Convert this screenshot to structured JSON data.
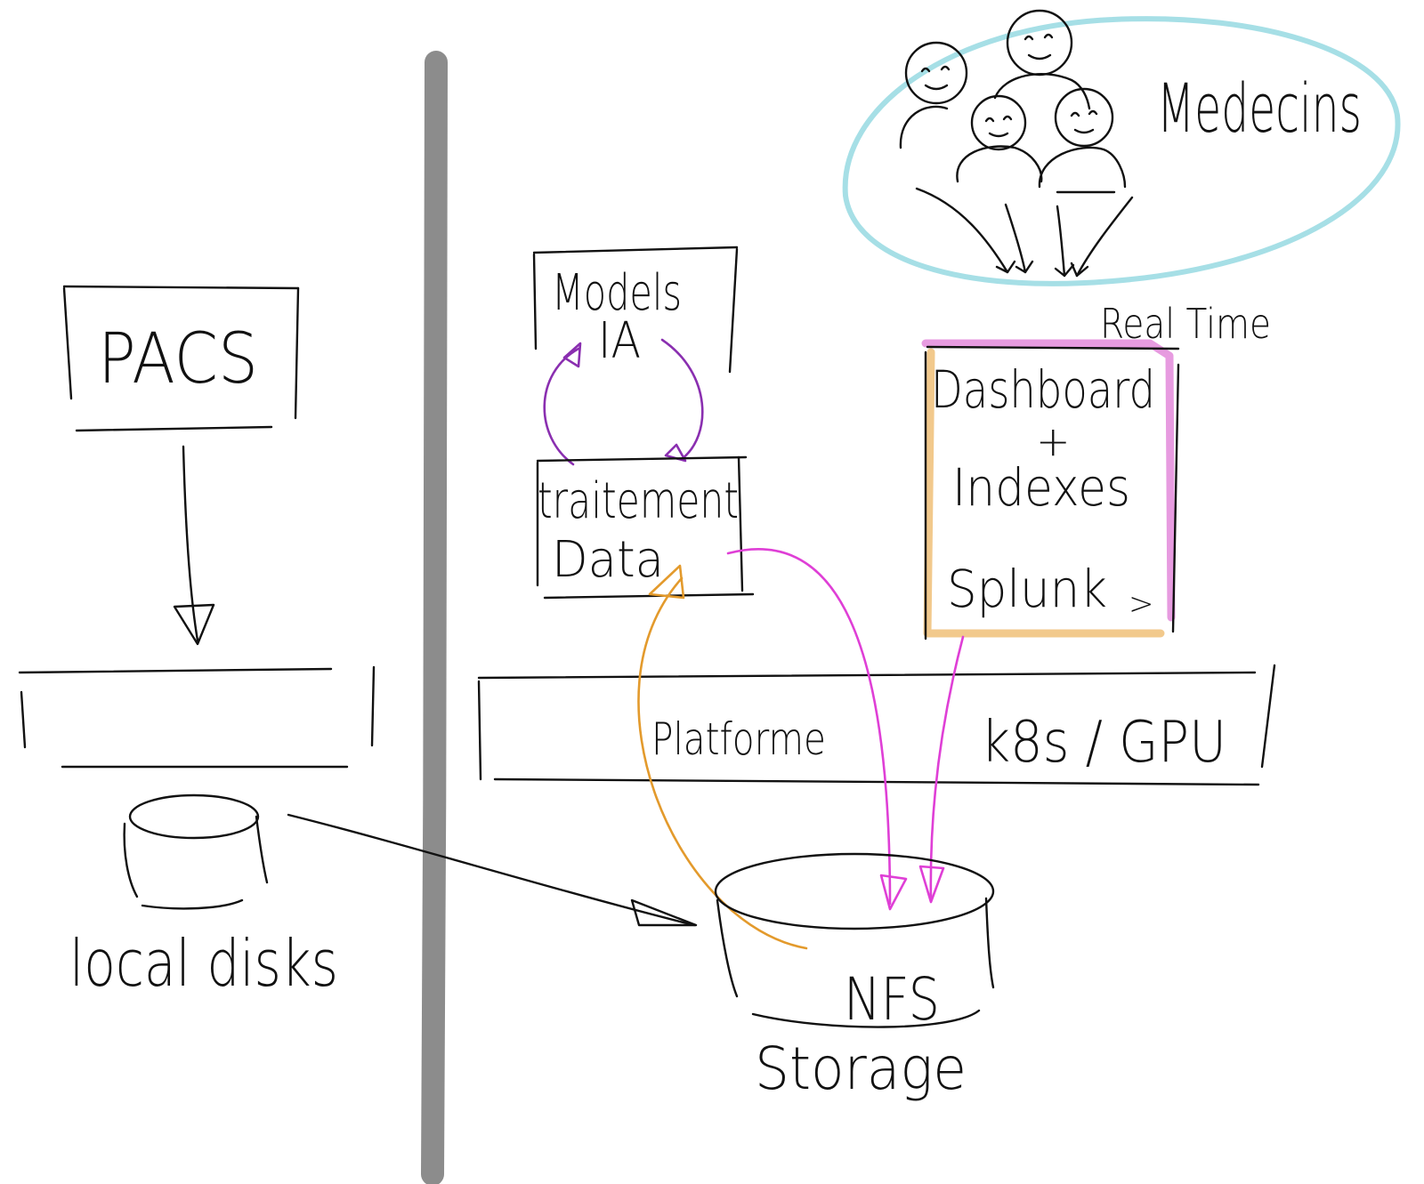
{
  "colors": {
    "ink": "#111111",
    "divider": "#8c8c8c",
    "group_ellipse": "#a6dfe6",
    "model_loop": "#8a2fb0",
    "nfs_to_processing": "#e39a2c",
    "magenta_flow": "#df3fd6",
    "dashboard_frame_left": "#f2c98c",
    "dashboard_frame_right": "#e79be0"
  },
  "left_side": {
    "pacs_label": "PACS",
    "local_disks_label": "local disks"
  },
  "right_side": {
    "doctors_label": "Medecins",
    "models_label_line1": "Models",
    "models_label_line2": "IA",
    "processing_label_line1": "traitement",
    "processing_label_line2": "Data",
    "realtime_label": "Real Time",
    "dashboard_line1": "Dashboard",
    "dashboard_plus": "+",
    "dashboard_line2": "Indexes",
    "dashboard_line3": "Splunk",
    "dashboard_chevron": ">",
    "platform_label": "Platforme",
    "platform_tech_label": "k8s / GPU",
    "nfs_label": "NFS",
    "storage_label": "Storage"
  },
  "icons": {
    "doctor_figure": "person-icon"
  }
}
